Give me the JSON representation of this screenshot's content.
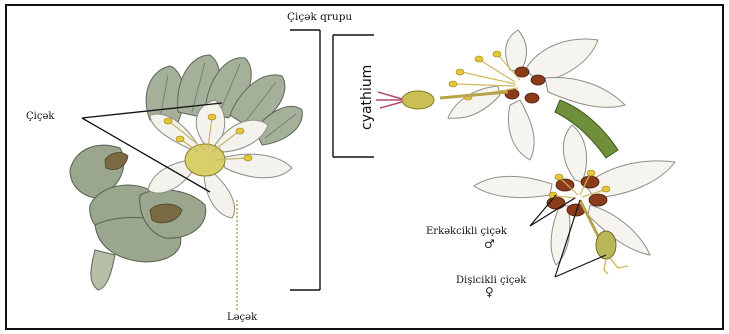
{
  "labels": {
    "flower": "Çiçək",
    "flower_group": "Çiçək qrupu",
    "cyathium": "cyathium",
    "petal": "Ləçək",
    "male_flower": "Erkəkcikli çiçək",
    "female_flower": "Dişicikli çiçək"
  },
  "symbols": {
    "male": "♂",
    "female": "♀"
  },
  "colors": {
    "frame": "#111111",
    "leaf": "#9aa68e",
    "petal": "#f3f1ea",
    "anther": "#e2c43a",
    "nectary": "#8a3b1c",
    "stem": "#6f8f3a"
  }
}
